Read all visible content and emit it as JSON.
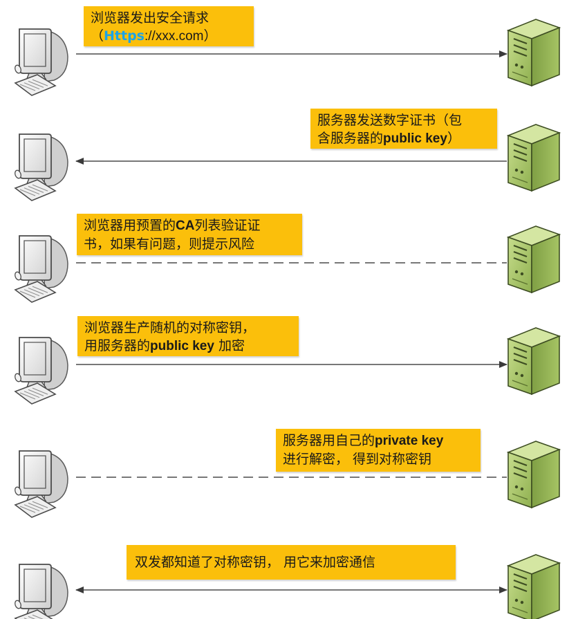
{
  "steps": [
    {
      "line_style": "solid",
      "direction": "to-server",
      "label_lines": [
        [
          {
            "text": "浏览器发出安全请求"
          }
        ],
        [
          {
            "text": "（"
          },
          {
            "text": "Https",
            "style": "https"
          },
          {
            "text": "://xxx.com）",
            "style": "url"
          }
        ]
      ]
    },
    {
      "line_style": "solid",
      "direction": "to-client",
      "label_lines": [
        [
          {
            "text": "服务器发送数字证书（包"
          }
        ],
        [
          {
            "text": "含服务器的"
          },
          {
            "text": "public key",
            "style": "en"
          },
          {
            "text": "）"
          }
        ]
      ]
    },
    {
      "line_style": "dashed",
      "direction": "none",
      "label_lines": [
        [
          {
            "text": "浏览器用预置的"
          },
          {
            "text": "CA",
            "style": "en"
          },
          {
            "text": "列表验证证"
          }
        ],
        [
          {
            "text": "书，如果有问题，则提示风险"
          }
        ]
      ]
    },
    {
      "line_style": "solid",
      "direction": "to-server",
      "label_lines": [
        [
          {
            "text": "浏览器生产随机的对称密钥，"
          }
        ],
        [
          {
            "text": "用服务器的"
          },
          {
            "text": "public key",
            "style": "en"
          },
          {
            "text": " 加密"
          }
        ]
      ]
    },
    {
      "line_style": "dashed",
      "direction": "none",
      "label_lines": [
        [
          {
            "text": "服务器用自己的"
          },
          {
            "text": "private key",
            "style": "en"
          }
        ],
        [
          {
            "text": "进行解密， 得到对称密钥"
          }
        ]
      ]
    },
    {
      "line_style": "solid",
      "direction": "both",
      "label_lines": [
        [
          {
            "text": "双发都知道了对称密钥， 用它来加密通信"
          }
        ]
      ]
    }
  ],
  "colors": {
    "label_bg": "#fbbf0b",
    "https_text": "#1aa3e8",
    "line": "#4a4a4a",
    "server_body": "#a9c86a",
    "server_dark": "#6f8f3a",
    "monitor": "#e9e9e9"
  },
  "icons": {
    "client": "computer-icon",
    "server": "server-icon"
  }
}
